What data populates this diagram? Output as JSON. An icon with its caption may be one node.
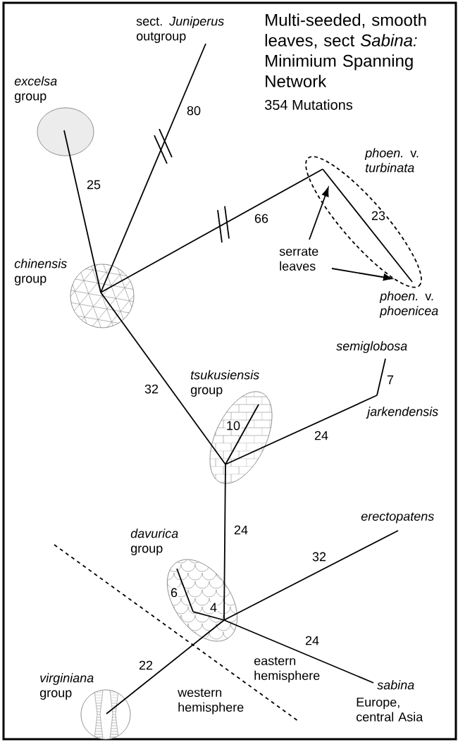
{
  "diagram": {
    "title": "Multi-seeded, smooth leaves, sect *Sabina:* Minimium Spanning Network",
    "nodes": [
      {
        "text": [
          "sect. *Juniperus* outgroup"
        ]
      },
      {
        "text": [
          "*excelsa* group"
        ]
      },
      {
        "text": [
          "*phoen.* v. *turbinata*"
        ]
      },
      {
        "text": [
          "serrate leaves"
        ]
      },
      {
        "text": [
          "*chinensis* group"
        ]
      },
      {
        "text": [
          "*phoen.* v. *phoenicea*"
        ]
      },
      {
        "text": [
          "semiglobosa"
        ]
      },
      {
        "text": [
          "*tsukusiensis* group"
        ]
      },
      {
        "text": [
          "jarkendensis"
        ]
      },
      {
        "text": [
          "erectopatens"
        ]
      },
      {
        "text": [
          "*davurica* group"
        ]
      },
      {
        "text": [
          "sabina"
        ],
        "beside": [
          "Europe, central Asia"
        ]
      },
      {
        "text": [
          "*virginiana* group"
        ]
      }
    ],
    "edges": [
      {
        "from": 4,
        "to": 1,
        "arrow": "none",
        "label": "25"
      },
      {
        "from": 4,
        "to": 0,
        "arrow": "none",
        "label": "80"
      },
      {
        "from": 4,
        "to": 2,
        "arrow": "none",
        "label": "66"
      },
      {
        "from": 2,
        "to": 5,
        "arrow": "none",
        "label": "23"
      },
      {
        "from": 3,
        "to": 2,
        "arrow": "to"
      },
      {
        "from": 3,
        "to": 5,
        "arrow": "to"
      },
      {
        "from": 4,
        "to": 7,
        "arrow": "none",
        "label": "32"
      },
      {
        "from": 7,
        "to": null,
        "arrow": "none",
        "label": "10"
      },
      {
        "from": 7,
        "to": 8,
        "arrow": "none",
        "label": "24"
      },
      {
        "from": 8,
        "to": 6,
        "arrow": "none",
        "label": "7"
      },
      {
        "from": 7,
        "to": 10,
        "arrow": "none",
        "label": "24"
      },
      {
        "from": 10,
        "to": null,
        "arrow": "none",
        "label": "4"
      },
      {
        "from": 10,
        "to": null,
        "arrow": "none",
        "label": "6"
      },
      {
        "from": 10,
        "to": 9,
        "arrow": "none",
        "label": "32"
      },
      {
        "from": 10,
        "to": 11,
        "arrow": "none",
        "label": "24"
      },
      {
        "from": 10,
        "to": 12,
        "arrow": "none",
        "label": "22"
      }
    ],
    "labels": [
      "354 Mutations",
      "eastern hemisphere",
      "western hemisphere"
    ]
  }
}
